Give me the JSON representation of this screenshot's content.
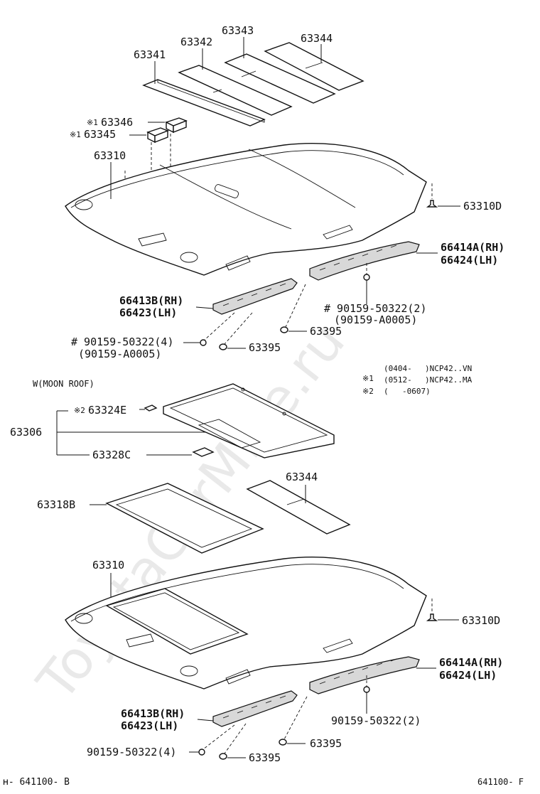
{
  "watermark": "ToyotaCarMine.ru",
  "section_moon_roof": "W(MOON ROOF)",
  "labels": {
    "p63341": "63341",
    "p63342": "63342",
    "p63343": "63343",
    "p63344_top": "63344",
    "mark1_a": "※1",
    "p63346": "63346",
    "mark1_b": "※1",
    "p63345": "63345",
    "p63310_top": "63310",
    "p63310D_top": "63310D",
    "p66414A_top": "66414A(RH)",
    "p66424_top": "66424(LH)",
    "p66413B_top": "66413B(RH)",
    "p66423_top": "66423(LH)",
    "bolt_rh_top": "# 90159-50322(2)",
    "bolt_rh_top_alt": "(90159-A0005)",
    "p63395_top_r": "63395",
    "bolt_lh_top": "# 90159-50322(4)",
    "bolt_lh_top_alt": "(90159-A0005)",
    "p63395_top_l": "63395",
    "mark2": "※2",
    "p63324E": "63324E",
    "p63306": "63306",
    "p63328C": "63328C",
    "p63344_bot": "63344",
    "p63318B": "63318B",
    "p63310_bot": "63310",
    "p63310D_bot": "63310D",
    "p66414A_bot": "66414A(RH)",
    "p66424_bot": "66424(LH)",
    "p66413B_bot": "66413B(RH)",
    "p66423_bot": "66423(LH)",
    "bolt_rh_bot": "90159-50322(2)",
    "bolt_lh_bot": "90159-50322(4)",
    "p63395_bot_l": "63395",
    "p63395_bot_r": "63395"
  },
  "notes": [
    {
      "mark": "※1",
      "range": "(0404-",
      "model": ")NCP42..VN"
    },
    {
      "mark": "",
      "range": "(0512-",
      "model": ")NCP42..MA"
    },
    {
      "mark": "※2",
      "range": "(",
      "model": "-0607)"
    }
  ],
  "footer": {
    "left": "ʜ- 641100- B",
    "right": "641100- F"
  }
}
